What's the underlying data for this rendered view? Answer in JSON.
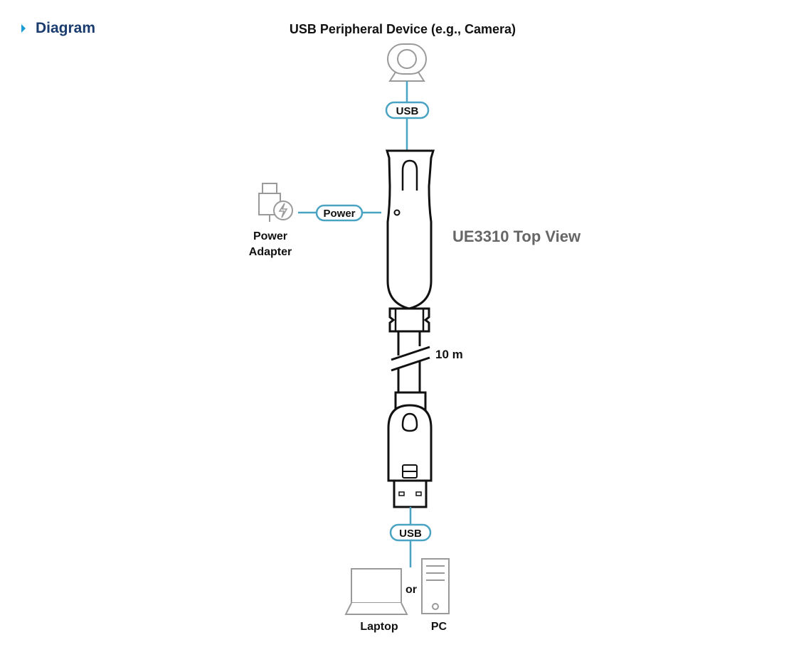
{
  "header": {
    "title": "Diagram",
    "arrow_color": "#1a9ad6"
  },
  "diagram": {
    "peripheral_label": "USB Peripheral Device (e.g., Camera)",
    "usb_top_label": "USB",
    "power_label": "Power",
    "power_adapter_line1": "Power",
    "power_adapter_line2": "Adapter",
    "product_label": "UE3310 Top View",
    "cable_length": "10 m",
    "usb_bottom_label": "USB",
    "or_label": "or",
    "laptop_label": "Laptop",
    "pc_label": "PC",
    "line_color": "#4aa3c2",
    "icons": [
      "webcam-icon",
      "power-adapter-icon",
      "laptop-icon",
      "desktop-pc-icon"
    ]
  }
}
